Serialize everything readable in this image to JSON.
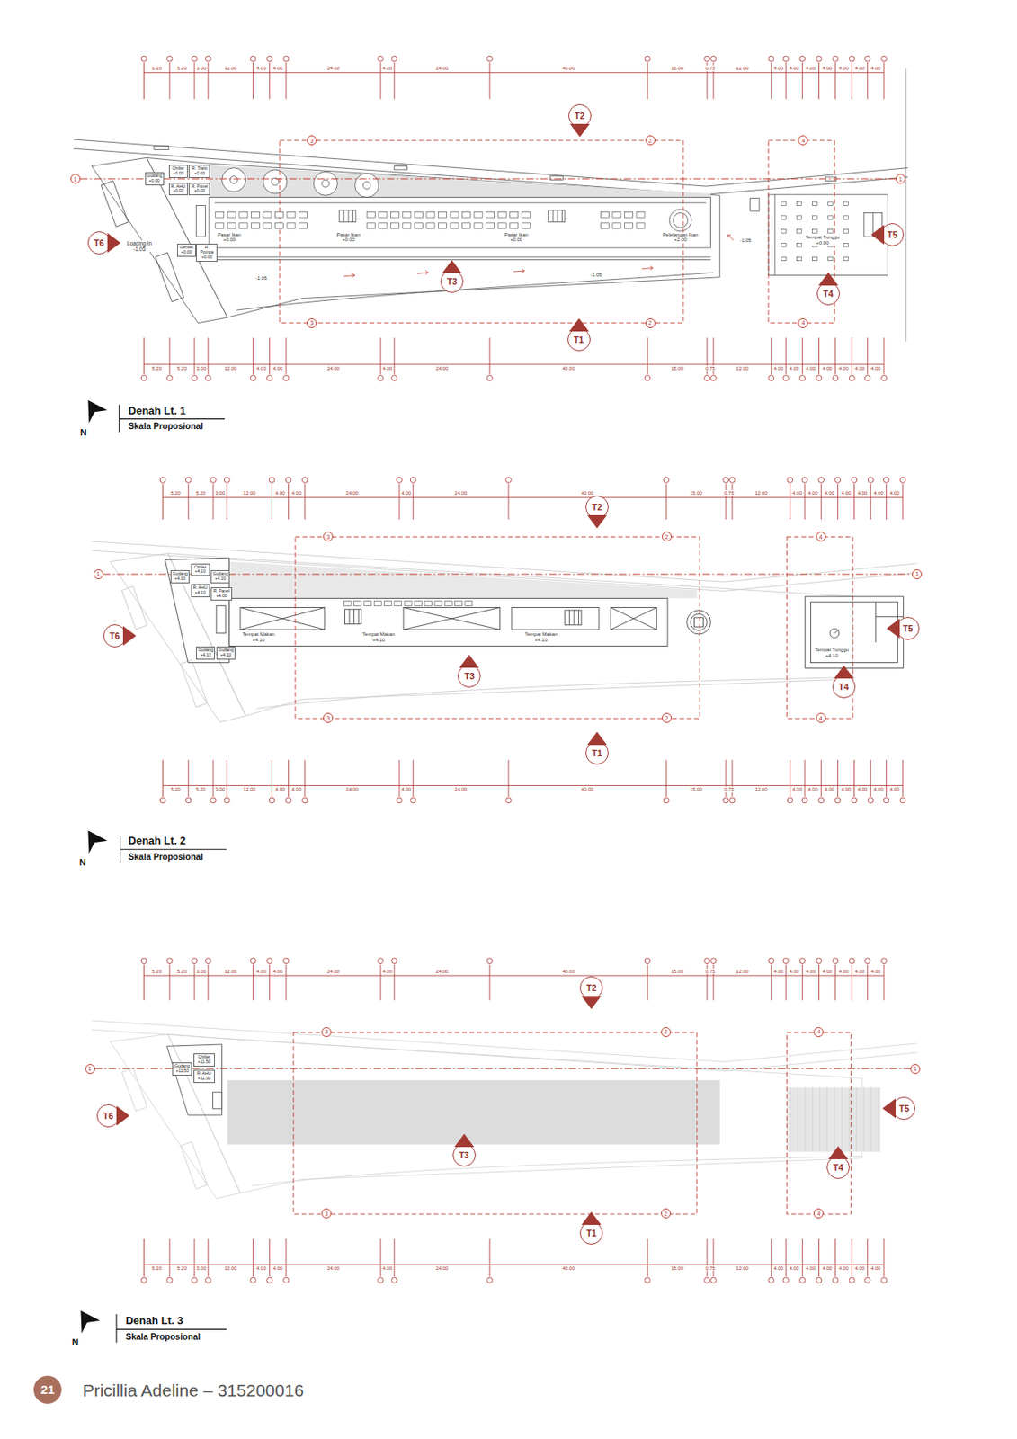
{
  "diagram": {
    "nodes": [
      {
        "text": [
          "T2"
        ]
      },
      {
        "text": [
          "3"
        ]
      },
      {
        "text": [
          "2"
        ]
      },
      {
        "text": [
          "4"
        ]
      },
      {
        "text": [
          "1"
        ]
      },
      {
        "text": [
          "1"
        ]
      },
      {
        "text": [
          "Gudang +0.00"
        ]
      },
      {
        "text": [
          "Chiller +0.00"
        ]
      },
      {
        "text": [
          "R. Trafo +0.00"
        ]
      },
      {
        "text": [
          "R. AHU +0.00"
        ]
      },
      {
        "text": [
          "R. Panel +0.00"
        ]
      },
      {
        "text": [
          "Genset +0.00"
        ]
      },
      {
        "text": [
          "R. Pompa +0.00"
        ]
      },
      {
        "text": [
          "T6"
        ]
      },
      {
        "text": [
          "T5"
        ]
      },
      {
        "text": [
          "T3"
        ]
      },
      {
        "text": [
          "T4"
        ]
      },
      {
        "text": [
          "3"
        ]
      },
      {
        "text": [
          "2"
        ]
      },
      {
        "text": [
          "4"
        ]
      },
      {
        "text": [
          "T1"
        ]
      },
      {
        "text": [
          "T2"
        ]
      },
      {
        "text": [
          "3"
        ]
      },
      {
        "text": [
          "2"
        ]
      },
      {
        "text": [
          "4"
        ]
      },
      {
        "text": [
          "1"
        ]
      },
      {
        "text": [
          "1"
        ]
      },
      {
        "text": [
          "Gudang +4.10"
        ]
      },
      {
        "text": [
          "Chiller +4.10"
        ]
      },
      {
        "text": [
          "Gudang +4.10"
        ]
      },
      {
        "text": [
          "R. AHU +4.10"
        ]
      },
      {
        "text": [
          "R. Panel +4.00"
        ]
      },
      {
        "text": [
          "Gudang +4.10"
        ]
      },
      {
        "text": [
          "Gudang +4.10"
        ]
      },
      {
        "text": [
          "T6"
        ]
      },
      {
        "text": [
          "T5"
        ]
      },
      {
        "text": [
          "T3"
        ]
      },
      {
        "text": [
          "T4"
        ]
      },
      {
        "text": [
          "3"
        ]
      },
      {
        "text": [
          "2"
        ]
      },
      {
        "text": [
          "4"
        ]
      },
      {
        "text": [
          "T1"
        ]
      },
      {
        "text": [
          "T2"
        ]
      },
      {
        "text": [
          "3"
        ]
      },
      {
        "text": [
          "2"
        ]
      },
      {
        "text": [
          "4"
        ]
      },
      {
        "text": [
          "1"
        ]
      },
      {
        "text": [
          "1"
        ]
      },
      {
        "text": [
          "Gudang +11.50"
        ]
      },
      {
        "text": [
          "Chiller +11.50"
        ]
      },
      {
        "text": [
          "R. AHU +11.50"
        ]
      },
      {
        "text": [
          "T6"
        ]
      },
      {
        "text": [
          "T5"
        ]
      },
      {
        "text": [
          "T3"
        ]
      },
      {
        "text": [
          "T4"
        ]
      },
      {
        "text": [
          "3"
        ]
      },
      {
        "text": [
          "2"
        ]
      },
      {
        "text": [
          "4"
        ]
      },
      {
        "text": [
          "T1"
        ]
      },
      {
        "text": [
          "21"
        ]
      }
    ],
    "edges": [
      {
        "from": 4,
        "to": 5,
        "arrow": "none"
      },
      {
        "from": 25,
        "to": 26,
        "arrow": "none"
      },
      {
        "from": 46,
        "to": 47,
        "arrow": "none"
      }
    ],
    "labels": [
      "5.20",
      "5.20",
      "3.00",
      "12.00",
      "4.00",
      "4.00",
      "24.00",
      "4.00",
      "24.00",
      "40.00",
      "15.00",
      "0.75",
      "12.00",
      "4.00",
      "4.00",
      "4.00",
      "4.00",
      "4.00",
      "4.00",
      "4.00",
      "Loading In -1.05",
      "-1.05",
      "Pasar Ikan +0.00",
      "Pasar Ikan +0.00",
      "Pasar Ikan +0.00",
      "Pelelangan Ikan +2.00",
      "Tempat Tunggu +0.00",
      "-1.05",
      "-1.05",
      "5.20",
      "5.20",
      "3.00",
      "12.00",
      "4.00",
      "4.00",
      "24.00",
      "4.00",
      "24.00",
      "40.00",
      "15.00",
      "0.75",
      "12.00",
      "4.00",
      "4.00",
      "4.00",
      "4.00",
      "4.00",
      "4.00",
      "4.00",
      "N",
      "Denah Lt. 1",
      "Skala Proposional",
      "5.20",
      "5.20",
      "3.00",
      "12.00",
      "4.00",
      "4.00",
      "24.00",
      "4.00",
      "24.00",
      "40.00",
      "15.00",
      "0.75",
      "12.00",
      "4.00",
      "4.00",
      "4.00",
      "4.00",
      "4.00",
      "4.00",
      "4.00",
      "Tempat Makan +4.10",
      "Tempat Makan +4.10",
      "Tempat Makan +4.10",
      "Tempat Tunggu +4.10",
      "5.20",
      "5.20",
      "3.00",
      "12.00",
      "4.00",
      "4.00",
      "24.00",
      "4.00",
      "24.00",
      "40.00",
      "15.00",
      "0.75",
      "12.00",
      "4.00",
      "4.00",
      "4.00",
      "4.00",
      "4.00",
      "4.00",
      "4.00",
      "N",
      "Denah Lt. 2",
      "Skala Proposional",
      "5.20",
      "5.20",
      "3.00",
      "12.00",
      "4.00",
      "4.00",
      "24.00",
      "4.00",
      "24.00",
      "40.00",
      "15.00",
      "0.75",
      "12.00",
      "4.00",
      "4.00",
      "4.00",
      "4.00",
      "4.00",
      "4.00",
      "4.00",
      "5.20",
      "5.20",
      "3.00",
      "12.00",
      "4.00",
      "4.00",
      "24.00",
      "4.00",
      "24.00",
      "40.00",
      "15.00",
      "0.75",
      "12.00",
      "4.00",
      "4.00",
      "4.00",
      "4.00",
      "4.00",
      "4.00",
      "4.00",
      "N",
      "Denah Lt. 3",
      "Skala Proposional",
      "Pricillia Adeline – 315200016"
    ]
  }
}
